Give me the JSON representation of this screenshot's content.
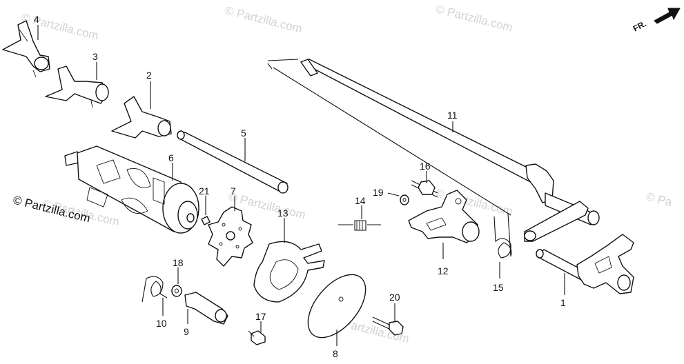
{
  "watermarks": [
    "© Partzilla.com",
    "© Partzilla.com",
    "© Partzilla.com",
    "© Partzilla.com",
    "© Partzilla.com",
    "© Partzilla.com",
    "© Partzilla.com",
    "© Pa"
  ],
  "brand_text": "© Partzilla.com",
  "direction_label": "FR.",
  "callouts": {
    "p1": "1",
    "p2": "2",
    "p3": "3",
    "p4": "4",
    "p5": "5",
    "p6": "6",
    "p7": "7",
    "p8": "8",
    "p9": "9",
    "p10": "10",
    "p11": "11",
    "p12": "12",
    "p13": "13",
    "p14": "14",
    "p15": "15",
    "p16": "16",
    "p17": "17",
    "p18": "18",
    "p19": "19",
    "p20": "20",
    "p21": "21"
  },
  "colors": {
    "ink": "#111111",
    "watermark": "#d2d2d2",
    "background": "#ffffff"
  }
}
